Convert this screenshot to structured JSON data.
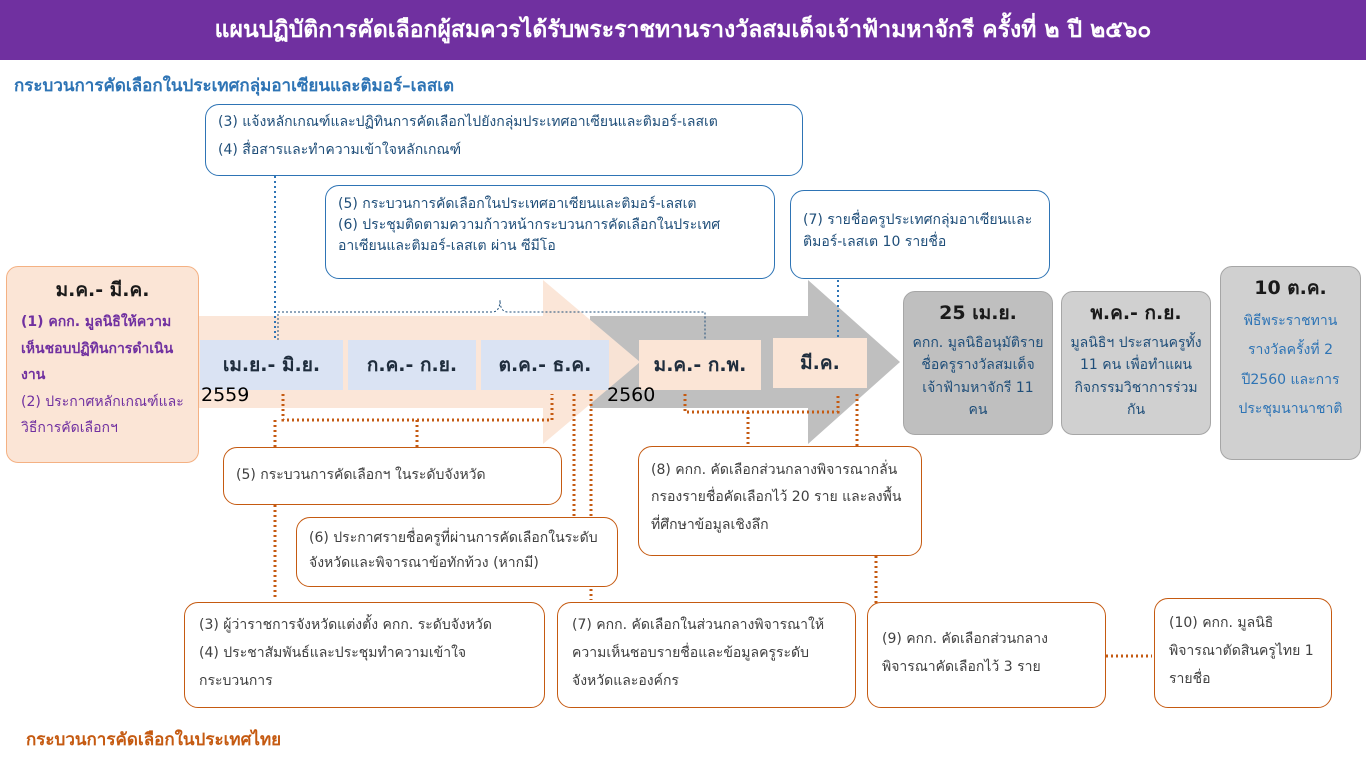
{
  "header": {
    "title": "แผนปฏิบัติการคัดเลือกผู้สมควรได้รับพระราชทานรางวัลสมเด็จเจ้าฟ้ามหาจักรี ครั้งที่ ๒ ปี ๒๕๖๐"
  },
  "sections": {
    "asean": "กระบวนการคัดเลือกในประเทศกลุ่มอาเซียนและติมอร์–เลสเต",
    "thai": "กระบวนการคัดเลือกในประเทศไทย"
  },
  "timeline": {
    "periods": [
      "เม.ย.- มิ.ย.",
      "ก.ค.- ก.ย.",
      "ต.ค.- ธ.ค.",
      "ม.ค.- ก.พ.",
      "มี.ค."
    ],
    "years": [
      "2559",
      "2560"
    ]
  },
  "milestones": {
    "start": {
      "date": "ม.ค.- มี.ค.",
      "items": [
        "(1) คกก. มูลนิธิให้ความเห็นชอบปฏิทินการดำเนินงาน",
        "(2) ประกาศหลักเกณฑ์และวิธีการคัดเลือกฯ"
      ]
    },
    "apr25": {
      "date": "25 เม.ย.",
      "desc": "คกก. มูลนิธิอนุมัติรายชื่อครูรางวัลสมเด็จเจ้าฟ้ามหาจักรี 11 คน"
    },
    "may_sep": {
      "date": "พ.ค.- ก.ย.",
      "desc": "มูลนิธิฯ ประสานครูทั้ง 11 คน เพื่อทำแผนกิจกรรมวิชาการร่วมกัน"
    },
    "oct10": {
      "date": "10 ต.ค.",
      "desc": "พิธีพระราชทานรางวัลครั้งที่ 2 ปี2560 และการประชุมนานาชาติ"
    }
  },
  "asean_boxes": {
    "b34": [
      "(3) แจ้งหลักเกณฑ์และปฏิทินการคัดเลือกไปยังกลุ่มประเทศอาเซียนและติมอร์-เลสเต",
      "(4) สื่อสารและทำความเข้าใจหลักเกณฑ์"
    ],
    "b56": [
      "(5) กระบวนการคัดเลือกในประเทศอาเซียนและติมอร์-เลสเต",
      "(6) ประชุมติดตามความก้าวหน้ากระบวนการคัดเลือกในประเทศอาเซียนและติมอร์-เลสเต ผ่าน ซีมีโอ"
    ],
    "b7": [
      "(7) รายชื่อครูประเทศกลุ่มอาเซียนและติมอร์-เลสเต 10 รายชื่อ"
    ]
  },
  "thai_boxes": {
    "b5": "(5) กระบวนการคัดเลือกฯ ในระดับจังหวัด",
    "b6": "(6) ประกาศรายชื่อครูที่ผ่านการคัดเลือกในระดับจังหวัดและพิจารณาข้อทักท้วง (หากมี)",
    "b8": "(8) คกก. คัดเลือกส่วนกลางพิจารณากลั่นกรองรายชื่อคัดเลือกไว้ 20 ราย และลงพื้นที่ศึกษาข้อมูลเชิงลึก",
    "b34": [
      "(3) ผู้ว่าราชการจังหวัดแต่งตั้ง คกก. ระดับจังหวัด",
      "(4) ประชาสัมพันธ์และประชุมทำความเข้าใจกระบวนการ"
    ],
    "b7": "(7) คกก. คัดเลือกในส่วนกลางพิจารณาให้ความเห็นชอบรายชื่อและข้อมูลครูระดับจังหวัดและองค์กร",
    "b9": "(9) คกก. คัดเลือกส่วนกลางพิจารณาคัดเลือกไว้ 3 ราย",
    "b10": "(10) คกก. มูลนิธิพิจารณาตัดสินครูไทย 1 รายชื่อ"
  },
  "colors": {
    "title_bar": "#7030a0",
    "asean_blue": "#2e74b5",
    "thai_orange": "#c55a11",
    "arrow_peach": "#fbe5d6",
    "arrow_grey": "#bfbfbf",
    "period_blue": "#dae3f3"
  }
}
